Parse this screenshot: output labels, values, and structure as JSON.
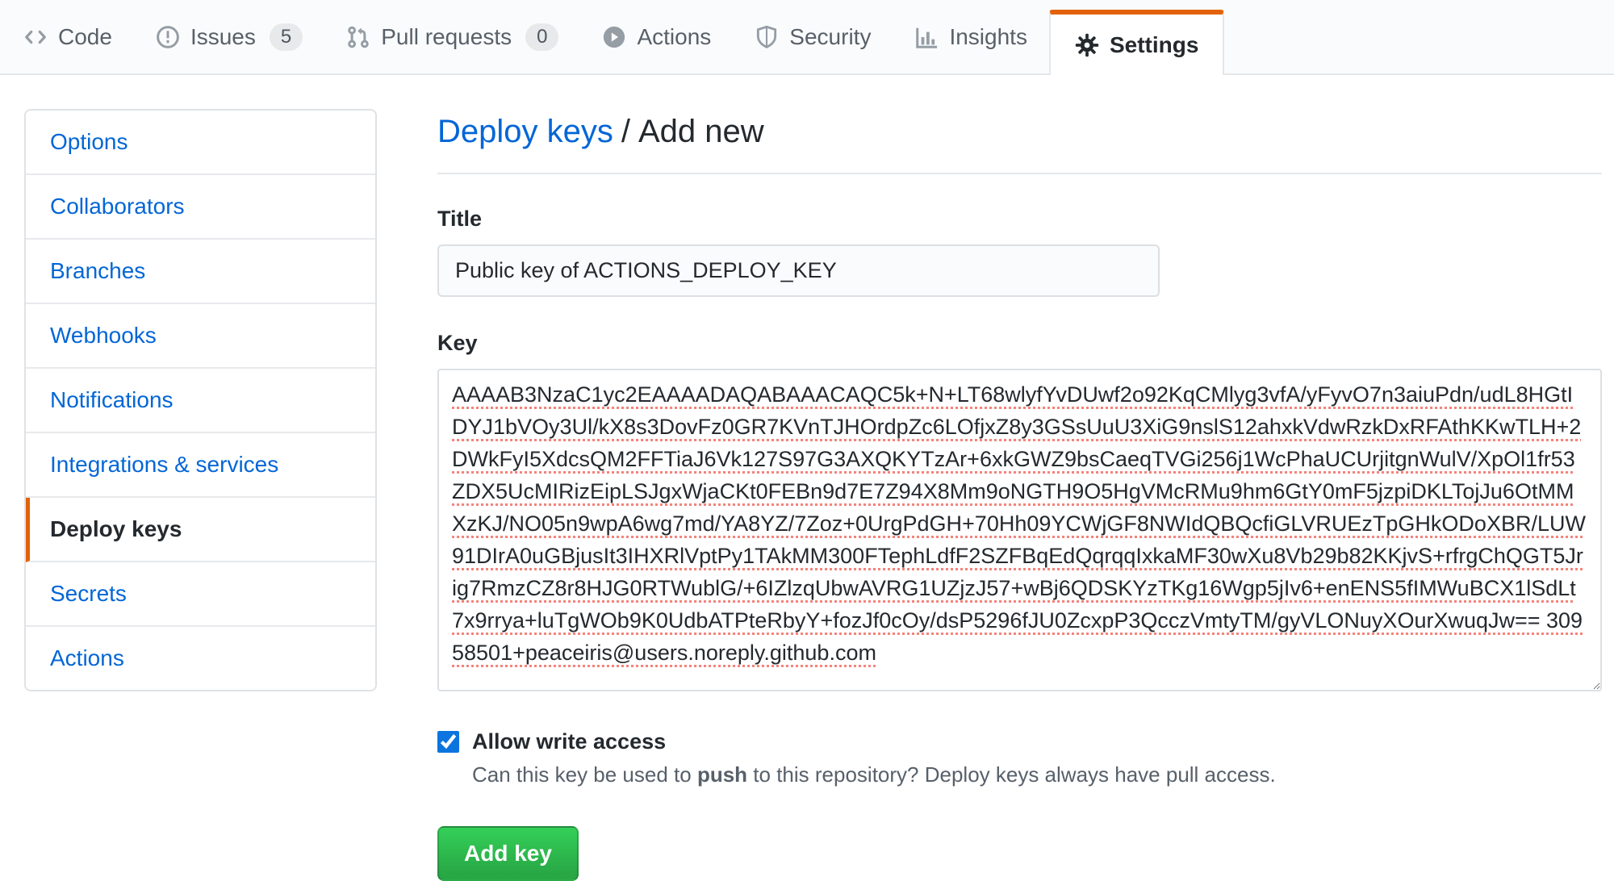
{
  "nav": {
    "tabs": [
      {
        "label": "Code",
        "icon": "code-icon"
      },
      {
        "label": "Issues",
        "icon": "issue-opened-icon",
        "count": "5"
      },
      {
        "label": "Pull requests",
        "icon": "git-pull-request-icon",
        "count": "0"
      },
      {
        "label": "Actions",
        "icon": "play-icon"
      },
      {
        "label": "Security",
        "icon": "shield-icon"
      },
      {
        "label": "Insights",
        "icon": "graph-icon"
      },
      {
        "label": "Settings",
        "icon": "gear-icon",
        "active": true
      }
    ]
  },
  "sidebar": {
    "items": [
      {
        "label": "Options"
      },
      {
        "label": "Collaborators"
      },
      {
        "label": "Branches"
      },
      {
        "label": "Webhooks"
      },
      {
        "label": "Notifications"
      },
      {
        "label": "Integrations & services"
      },
      {
        "label": "Deploy keys",
        "active": true
      },
      {
        "label": "Secrets"
      },
      {
        "label": "Actions"
      }
    ]
  },
  "main": {
    "breadcrumb": {
      "parent": "Deploy keys",
      "separator": "/",
      "current": "Add new"
    }
  },
  "form": {
    "title": {
      "label": "Title",
      "value": "Public key of ACTIONS_DEPLOY_KEY"
    },
    "key": {
      "label": "Key",
      "value": "AAAAB3NzaC1yc2EAAAADAQABAAACAQC5k+N+LT68wlyfYvDUwf2o92KqCMlyg3vfA/yFyvO7n3aiuPdn/udL8HGtIDYJ1bVOy3Ul/kX8s3DovFz0GR7KVnTJHOrdpZc6LOfjxZ8y3GSsUuU3XiG9nslS12ahxkVdwRzkDxRFAthKKwTLH+2DWkFyI5XdcsQM2FFTiaJ6Vk127S97G3AXQKYTzAr+6xkGWZ9bsCaeqTVGi256j1WcPhaUCUrjitgnWulV/XpOl1fr53ZDX5UcMIRizEipLSJgxWjaCKt0FEBn9d7E7Z94X8Mm9oNGTH9O5HgVMcRMu9hm6GtY0mF5jzpiDKLTojJu6OtMMXzKJ/NO05n9wpA6wg7md/YA8YZ/7Zoz+0UrgPdGH+70Hh09YCWjGF8NWIdQBQcfiGLVRUEzTpGHkODoXBR/LUW91DIrA0uGBjusIt3IHXRlVptPy1TAkMM300FTephLdfF2SZFBqEdQqrqqIxkaMF30wXu8Vb29b82KKjvS+rfrgChQGT5Jrig7RmzCZ8r8HJG0RTWublG/+6IZlzqUbwAVRG1UZjzJ57+wBj6QDSKYzTKg16Wgp5jIv6+enENS5fIMWuBCX1lSdLt7x9rrya+luTgWOb9K0UdbATPteRbyY+fozJf0cOy/dsP5296fJU0ZcxpP3QcczVmtyTM/gyVLONuyXOurXwuqJw== 30958501+peaceiris@users.noreply.github.com"
    },
    "write_access": {
      "label": "Allow write access",
      "checked": true,
      "help_prefix": "Can this key be used to ",
      "help_bold": "push",
      "help_suffix": " to this repository? Deploy keys always have pull access."
    },
    "submit_label": "Add key"
  },
  "colors": {
    "accent_orange": "#e36209",
    "link_blue": "#0366d6",
    "button_green": "#28a745",
    "checkbox_blue": "#0b74de",
    "nav_background": "#fafbfc",
    "spellcheck_red": "#f4837b"
  }
}
